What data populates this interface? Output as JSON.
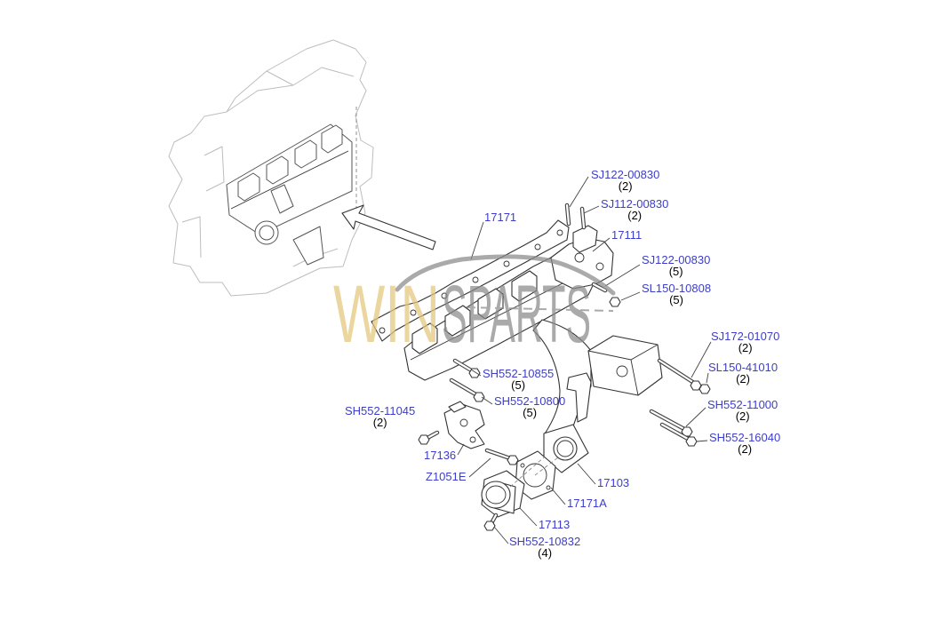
{
  "colors": {
    "part_number": "#3d3dcc",
    "quantity": "#000000",
    "line": "#333333",
    "engine": "#bdbdbd",
    "watermark_gold": "#e3c77a",
    "watermark_grey": "#8a8a8a"
  },
  "watermark": {
    "part1": "WIN",
    "part2": "SPARTS"
  },
  "callouts": [
    {
      "part_no": "SJ122-00830",
      "qty": "(2)"
    },
    {
      "part_no": "SJ112-00830",
      "qty": "(2)"
    },
    {
      "part_no": "17171"
    },
    {
      "part_no": "17111"
    },
    {
      "part_no": "SJ122-00830",
      "qty": "(5)"
    },
    {
      "part_no": "SL150-10808",
      "qty": "(5)"
    },
    {
      "part_no": "SJ172-01070",
      "qty": "(2)"
    },
    {
      "part_no": "SL150-41010",
      "qty": "(2)"
    },
    {
      "part_no": "SH552-10855",
      "qty": "(5)"
    },
    {
      "part_no": "SH552-10800",
      "qty": "(5)"
    },
    {
      "part_no": "SH552-11045",
      "qty": "(2)"
    },
    {
      "part_no": "SH552-11000",
      "qty": "(2)"
    },
    {
      "part_no": "SH552-16040",
      "qty": "(2)"
    },
    {
      "part_no": "17136"
    },
    {
      "part_no": "Z1051E"
    },
    {
      "part_no": "17103"
    },
    {
      "part_no": "17171A"
    },
    {
      "part_no": "17113"
    },
    {
      "part_no": "SH552-10832",
      "qty": "(4)"
    }
  ]
}
